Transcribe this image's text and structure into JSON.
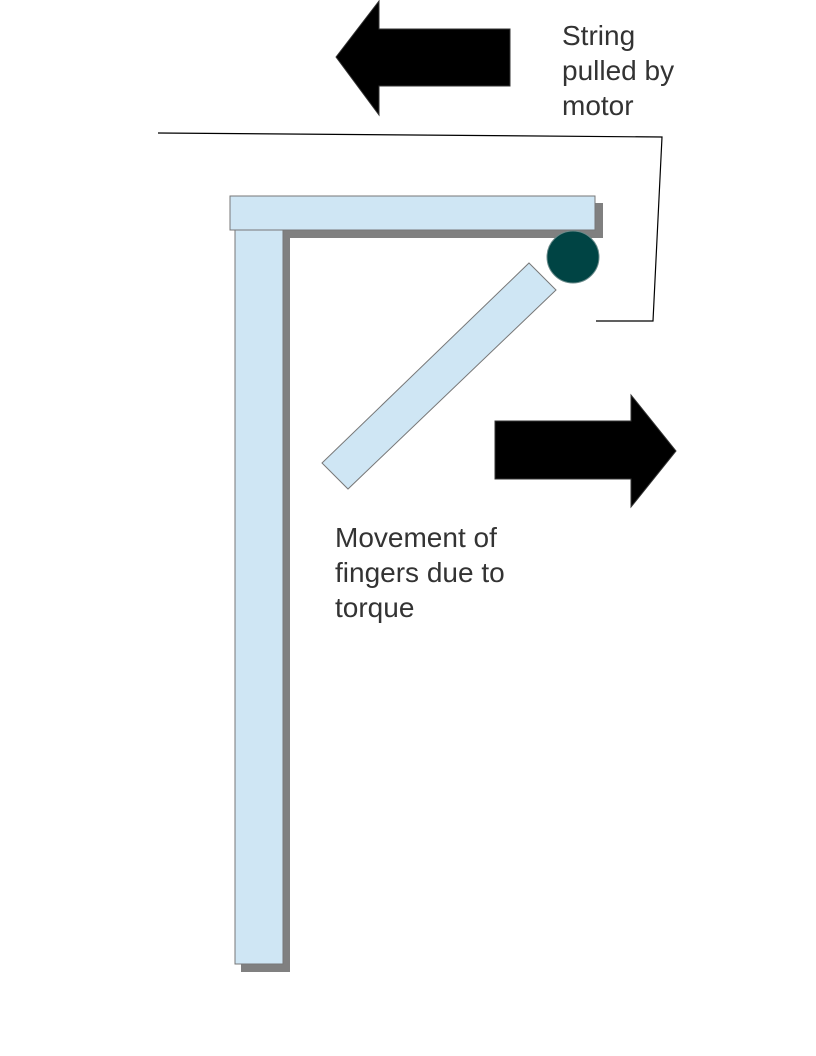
{
  "labels": {
    "string_pulled": {
      "lines": [
        "String",
        "pulled by",
        "motor"
      ]
    },
    "finger_movement": {
      "lines": [
        "Movement of",
        "fingers due to",
        "torque"
      ]
    }
  },
  "icons": {
    "left_arrow": "arrow-left-icon",
    "right_arrow": "arrow-right-icon"
  },
  "colors": {
    "finger_fill": "#cfe6f4",
    "shadow": "#808080",
    "joint": "#004444",
    "arrow": "#000000",
    "text": "#333333",
    "string": "#000000"
  }
}
